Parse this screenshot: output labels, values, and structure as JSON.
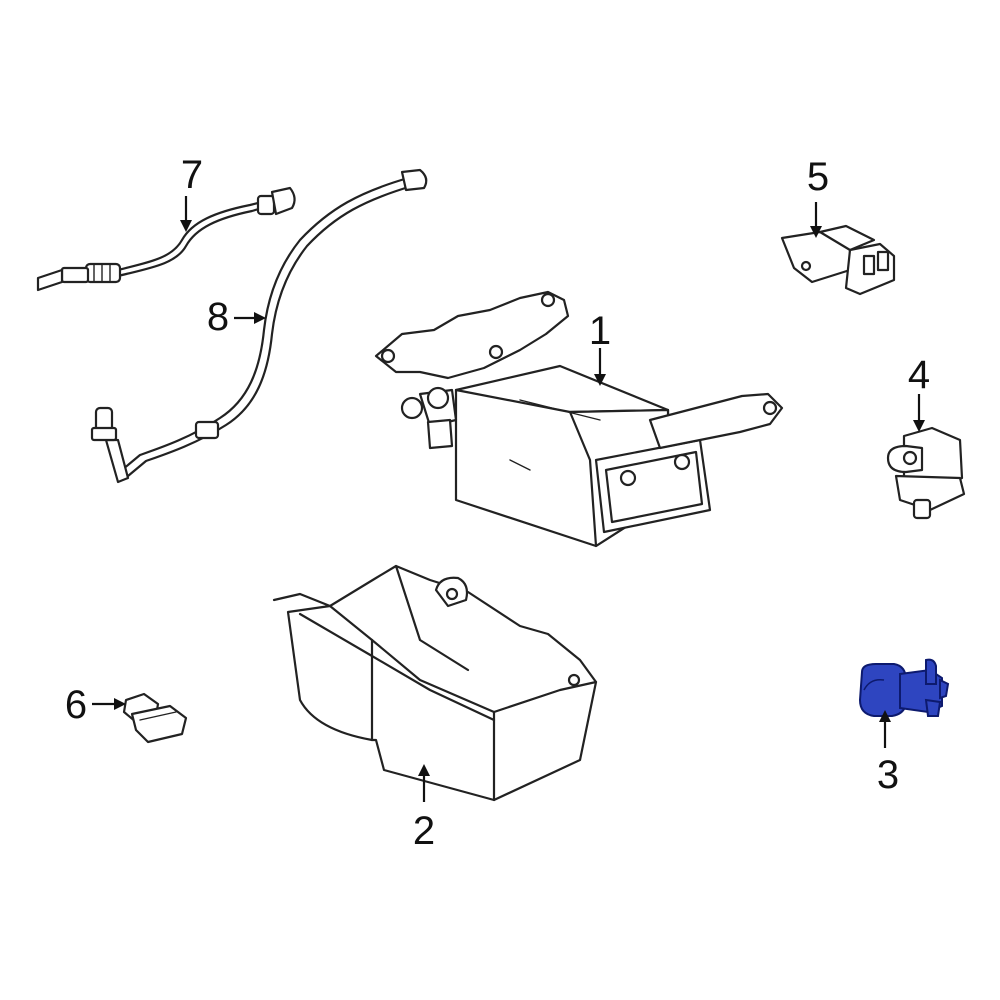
{
  "colors": {
    "line": "#222222",
    "highlight_fill": "#2e45c0",
    "highlight_stroke": "#0d1a6e",
    "background": "#ffffff"
  },
  "callouts": {
    "c1": "1",
    "c2": "2",
    "c3": "3",
    "c4": "4",
    "c5": "5",
    "c6": "6",
    "c7": "7",
    "c8": "8"
  },
  "highlighted_part": "3"
}
